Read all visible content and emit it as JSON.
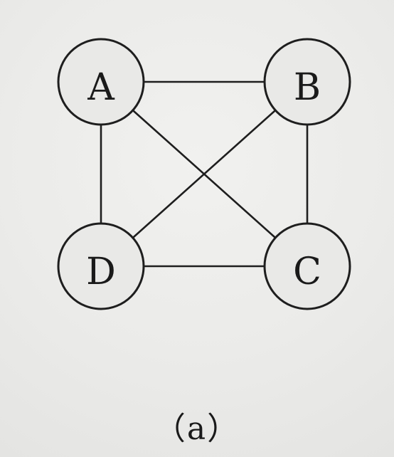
{
  "diagram": {
    "nodes": [
      {
        "id": "A",
        "label": "A"
      },
      {
        "id": "B",
        "label": "B"
      },
      {
        "id": "C",
        "label": "C"
      },
      {
        "id": "D",
        "label": "D"
      }
    ],
    "edges": [
      {
        "from": "A",
        "to": "B"
      },
      {
        "from": "B",
        "to": "C"
      },
      {
        "from": "C",
        "to": "D"
      },
      {
        "from": "D",
        "to": "A"
      },
      {
        "from": "A",
        "to": "C"
      },
      {
        "from": "B",
        "to": "D"
      }
    ],
    "caption": "（a）"
  }
}
